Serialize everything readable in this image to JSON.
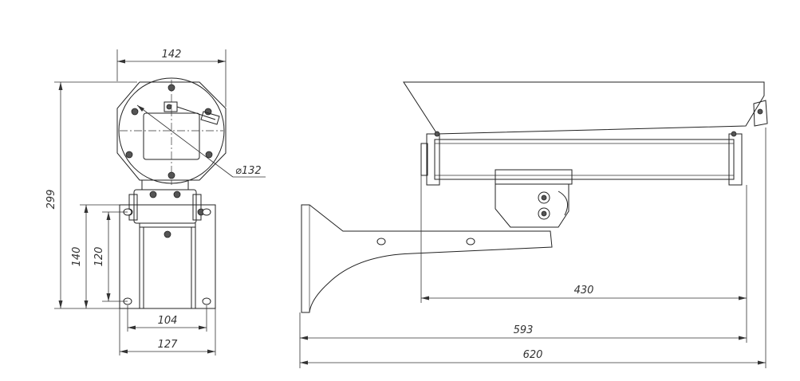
{
  "dimensions": {
    "front_width": "142",
    "front_height": "299",
    "diameter": "⌀132",
    "bracket_height_outer": "140",
    "bracket_height_inner": "120",
    "bracket_width_inner": "104",
    "bracket_width_outer": "127",
    "housing_length": "430",
    "mount_length": "593",
    "total_length": "620"
  },
  "colors": {
    "line": "#222222",
    "background": "#ffffff"
  }
}
